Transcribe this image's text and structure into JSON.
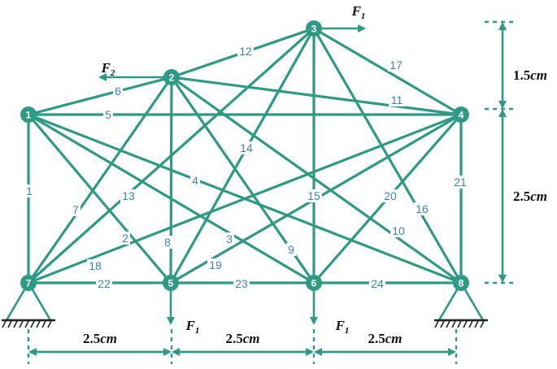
{
  "colors": {
    "member": "#2f9a83",
    "node": "#2f9a83",
    "member_label": "#3c82be",
    "text": "#111111"
  },
  "nodes": [
    {
      "id": "1",
      "label": "1"
    },
    {
      "id": "2",
      "label": "2"
    },
    {
      "id": "3",
      "label": "3"
    },
    {
      "id": "4",
      "label": "4"
    },
    {
      "id": "5",
      "label": "5"
    },
    {
      "id": "6",
      "label": "6"
    },
    {
      "id": "7",
      "label": "7"
    },
    {
      "id": "8",
      "label": "8"
    }
  ],
  "members": [
    {
      "label": "1",
      "from": "1",
      "to": "7"
    },
    {
      "label": "2",
      "from": "1",
      "to": "5"
    },
    {
      "label": "3",
      "from": "1",
      "to": "6"
    },
    {
      "label": "4",
      "from": "1",
      "to": "8"
    },
    {
      "label": "5",
      "from": "1",
      "to": "4"
    },
    {
      "label": "6",
      "from": "1",
      "to": "2"
    },
    {
      "label": "7",
      "from": "2",
      "to": "7"
    },
    {
      "label": "8",
      "from": "2",
      "to": "5"
    },
    {
      "label": "9",
      "from": "2",
      "to": "6"
    },
    {
      "label": "10",
      "from": "2",
      "to": "8"
    },
    {
      "label": "11",
      "from": "2",
      "to": "4"
    },
    {
      "label": "12",
      "from": "2",
      "to": "3"
    },
    {
      "label": "13",
      "from": "3",
      "to": "7"
    },
    {
      "label": "14",
      "from": "3",
      "to": "5"
    },
    {
      "label": "15",
      "from": "3",
      "to": "6"
    },
    {
      "label": "16",
      "from": "3",
      "to": "8"
    },
    {
      "label": "17",
      "from": "3",
      "to": "4"
    },
    {
      "label": "18",
      "from": "4",
      "to": "7"
    },
    {
      "label": "19",
      "from": "4",
      "to": "5"
    },
    {
      "label": "20",
      "from": "4",
      "to": "6"
    },
    {
      "label": "21",
      "from": "4",
      "to": "8"
    },
    {
      "label": "22",
      "from": "7",
      "to": "5"
    },
    {
      "label": "23",
      "from": "5",
      "to": "6"
    },
    {
      "label": "24",
      "from": "6",
      "to": "8"
    }
  ],
  "forces": [
    {
      "name": "F",
      "sub": "1",
      "at": "3",
      "direction": "right"
    },
    {
      "name": "F",
      "sub": "2",
      "at": "2",
      "direction": "left"
    },
    {
      "name": "F",
      "sub": "1",
      "at": "5",
      "direction": "down"
    },
    {
      "name": "F",
      "sub": "1",
      "at": "6",
      "direction": "down"
    }
  ],
  "dimensions": {
    "bottom": [
      "2.5cm",
      "2.5cm",
      "2.5cm"
    ],
    "right": [
      "1.5cm",
      "2.5cm"
    ]
  }
}
